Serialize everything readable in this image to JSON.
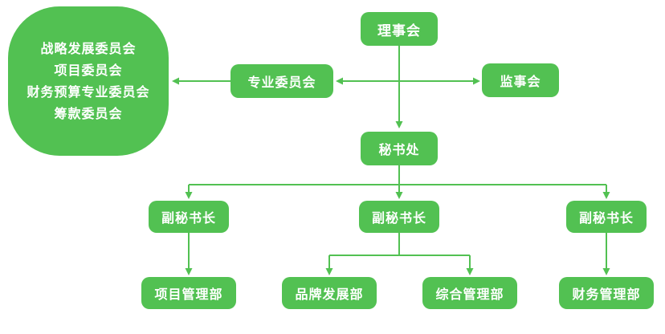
{
  "diagram": {
    "type": "org-chart",
    "colors": {
      "node_green": "#52c152",
      "arrow_green": "#52c152",
      "text_white": "#ffffff",
      "background": "#ffffff"
    },
    "nodes": {
      "board": "理事会",
      "professional_committee": "专业委员会",
      "supervisory_board": "监事会",
      "committee_list": [
        "战略发展委员会",
        "项目委员会",
        "财务预算专业委员会",
        "筹款委员会"
      ],
      "secretariat": "秘书处",
      "deputy_left": "副秘书长",
      "deputy_center": "副秘书长",
      "deputy_right": "副秘书长",
      "dept_project": "项目管理部",
      "dept_brand": "品牌发展部",
      "dept_general": "综合管理部",
      "dept_finance": "财务管理部"
    },
    "edges": [
      {
        "from": "board",
        "to": "secretariat"
      },
      {
        "from": "board",
        "to": "professional_committee"
      },
      {
        "from": "board",
        "to": "supervisory_board"
      },
      {
        "from": "professional_committee",
        "to": "committee_list"
      },
      {
        "from": "secretariat",
        "to": "deputy_left"
      },
      {
        "from": "secretariat",
        "to": "deputy_center"
      },
      {
        "from": "secretariat",
        "to": "deputy_right"
      },
      {
        "from": "deputy_left",
        "to": "dept_project"
      },
      {
        "from": "deputy_center",
        "to": "dept_brand"
      },
      {
        "from": "deputy_center",
        "to": "dept_general"
      },
      {
        "from": "deputy_right",
        "to": "dept_finance"
      }
    ]
  }
}
